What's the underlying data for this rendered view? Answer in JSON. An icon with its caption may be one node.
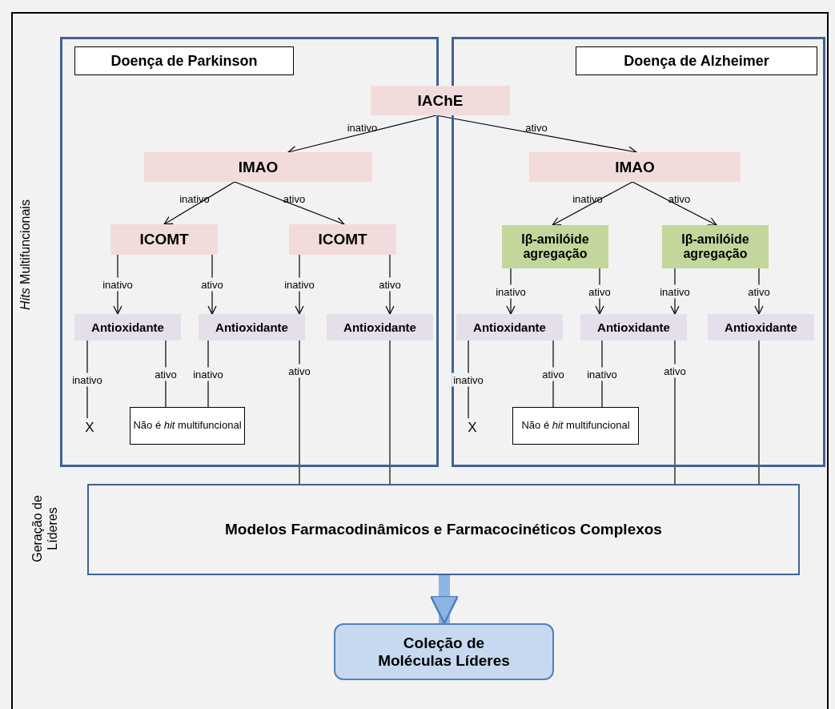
{
  "diagram": {
    "nodes": [
      {
        "text": [
          "Doença de Parkinson"
        ]
      },
      {
        "text": [
          "Doença de Alzheimer"
        ]
      },
      {
        "text": [
          "IAChE"
        ]
      },
      {
        "text": [
          "IMAO"
        ],
        "in": 0
      },
      {
        "text": [
          "IMAO"
        ],
        "in": 1
      },
      {
        "text": [
          "ICOMT"
        ],
        "in": 0
      },
      {
        "text": [
          "ICOMT"
        ],
        "in": 0
      },
      {
        "text": [
          "Iβ-amilóide agregação"
        ],
        "in": 1
      },
      {
        "text": [
          "Iβ-amilóide agregação"
        ],
        "in": 1
      },
      {
        "text": [
          "Antioxidante"
        ],
        "in": 0
      },
      {
        "text": [
          "Antioxidante"
        ],
        "in": 0
      },
      {
        "text": [
          "Antioxidante"
        ],
        "in": 0
      },
      {
        "text": [
          "Antioxidante"
        ],
        "in": 1
      },
      {
        "text": [
          "Antioxidante"
        ],
        "in": 1
      },
      {
        "text": [
          "Antioxidante"
        ],
        "in": 1
      },
      {
        "text": [
          "X"
        ],
        "in": 0
      },
      {
        "text": [
          "Não é *hit* multifuncional"
        ],
        "in": 0
      },
      {
        "text": [
          "X"
        ],
        "in": 1
      },
      {
        "text": [
          "Não é *hit* multifuncional"
        ],
        "in": 1
      },
      {
        "text": [
          "Modelos Farmacodinâmicos e Farmacocinéticos Complexos"
        ]
      },
      {
        "text": [
          "Coleção de Moléculas Líderes"
        ]
      }
    ],
    "edges": [
      {
        "from": 2,
        "to": 3,
        "arrow": "to",
        "label": "inativo"
      },
      {
        "from": 2,
        "to": 4,
        "arrow": "to",
        "label": "ativo"
      },
      {
        "from": 3,
        "to": 5,
        "arrow": "to",
        "label": "inativo"
      },
      {
        "from": 3,
        "to": 6,
        "arrow": "to",
        "label": "ativo"
      },
      {
        "from": 4,
        "to": 7,
        "arrow": "to",
        "label": "inativo"
      },
      {
        "from": 4,
        "to": 8,
        "arrow": "to",
        "label": "ativo"
      },
      {
        "from": 5,
        "to": 9,
        "arrow": "to",
        "label": "inativo"
      },
      {
        "from": 5,
        "to": 10,
        "arrow": "to",
        "label": "ativo"
      },
      {
        "from": 6,
        "to": 10,
        "arrow": "to",
        "label": "inativo"
      },
      {
        "from": 6,
        "to": 11,
        "arrow": "to",
        "label": "ativo"
      },
      {
        "from": 7,
        "to": 12,
        "arrow": "to",
        "label": "inativo"
      },
      {
        "from": 7,
        "to": 13,
        "arrow": "to",
        "label": "ativo"
      },
      {
        "from": 8,
        "to": 13,
        "arrow": "to",
        "label": "inativo"
      },
      {
        "from": 8,
        "to": 14,
        "arrow": "to",
        "label": "ativo"
      },
      {
        "from": 9,
        "to": 15,
        "arrow": "none",
        "label": "inativo"
      },
      {
        "from": 9,
        "to": 16,
        "arrow": "none",
        "label": "ativo"
      },
      {
        "from": 10,
        "to": 16,
        "arrow": "none",
        "label": "inativo"
      },
      {
        "from": 10,
        "to": 19,
        "arrow": "none",
        "label": "ativo"
      },
      {
        "from": 11,
        "to": 19,
        "arrow": "none"
      },
      {
        "from": 12,
        "to": 17,
        "arrow": "none",
        "label": "inativo"
      },
      {
        "from": 12,
        "to": 18,
        "arrow": "none",
        "label": "ativo"
      },
      {
        "from": 13,
        "to": 18,
        "arrow": "none",
        "label": "inativo"
      },
      {
        "from": 13,
        "to": 19,
        "arrow": "none",
        "label": "ativo"
      },
      {
        "from": 14,
        "to": 19,
        "arrow": "none"
      },
      {
        "from": 19,
        "to": 20,
        "arrow": "to",
        "style": "thick",
        "color": "#8eb4e3"
      }
    ],
    "labels": [
      "*Hits* Multifuncionais",
      "Geração de Líderes"
    ]
  }
}
